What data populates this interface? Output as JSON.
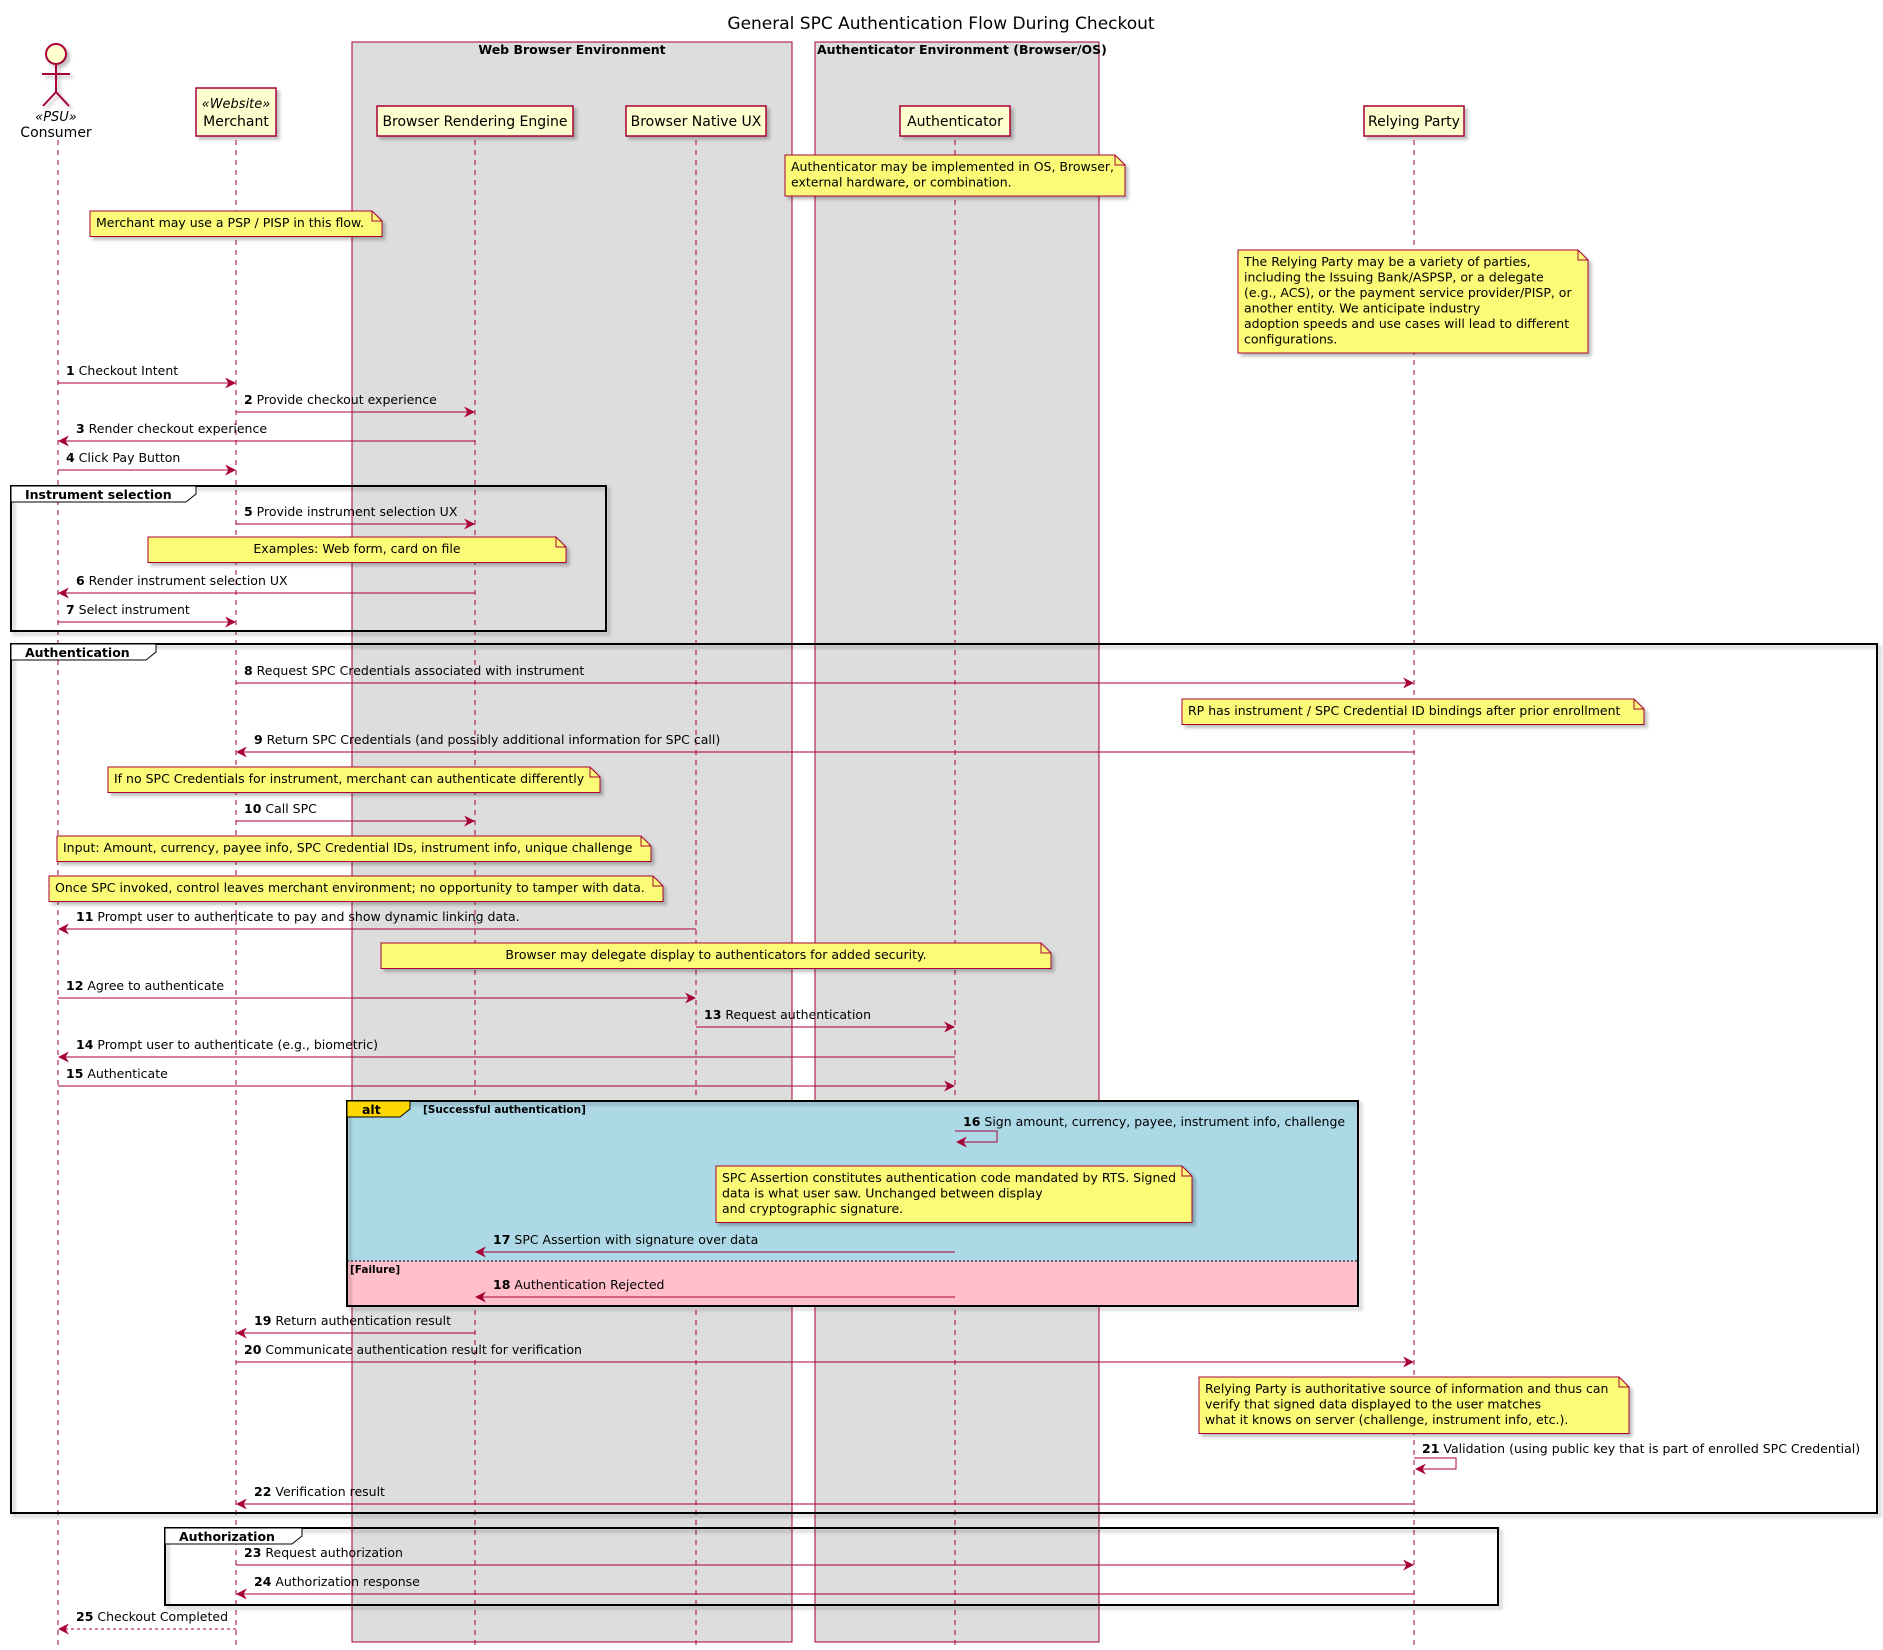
{
  "title": "General SPC Authentication Flow During Checkout",
  "boxes": {
    "web": "Web Browser Environment",
    "auth": "Authenticator Environment (Browser/OS)"
  },
  "participants": {
    "consumer": {
      "name": "Consumer",
      "stereotype": "«PSU»"
    },
    "merchant": {
      "name": "Merchant",
      "stereotype": "«Website»"
    },
    "engine": {
      "name": "Browser Rendering Engine"
    },
    "native": {
      "name": "Browser Native UX"
    },
    "authenticator": {
      "name": "Authenticator"
    },
    "rp": {
      "name": "Relying Party"
    }
  },
  "notes": {
    "n_auth_impl": [
      "Authenticator may be implemented in OS, Browser,",
      "external hardware, or combination."
    ],
    "n_psp": [
      "Merchant may use a PSP / PISP in this flow."
    ],
    "n_rp": [
      "The Relying Party may be a variety of parties,",
      "including the Issuing Bank/ASPSP, or a delegate",
      "(e.g., ACS), or the payment service provider/PISP, or",
      "another entity. We anticipate industry",
      "adoption speeds and use cases will lead to different",
      "configurations."
    ],
    "n_examples": [
      "Examples: Web form, card on file"
    ],
    "n_bindings": [
      "RP has instrument / SPC Credential ID bindings after prior enrollment"
    ],
    "n_nocred": [
      "If no SPC Credentials for instrument, merchant can authenticate differently"
    ],
    "n_input": [
      "Input: Amount, currency, payee info, SPC Credential IDs, instrument info, unique challenge"
    ],
    "n_control": [
      "Once SPC invoked, control leaves merchant environment; no opportunity to tamper with data."
    ],
    "n_delegate": [
      "Browser may delegate display to authenticators for added security."
    ],
    "n_assertion": [
      "SPC Assertion constitutes authentication code mandated by RTS. Signed",
      "data is what user saw. Unchanged between display",
      "and cryptographic signature."
    ],
    "n_rpauth": [
      "Relying Party is authoritative source of information and thus can",
      "verify that signed data displayed to the user matches",
      "what it knows on server (challenge, instrument info, etc.)."
    ]
  },
  "groups": {
    "instrument": "Instrument selection",
    "authentication": "Authentication",
    "authorization": "Authorization",
    "alt": "alt",
    "alt_success": "[Successful authentication]",
    "alt_failure": "[Failure]"
  },
  "messages": [
    {
      "n": "1",
      "text": "Checkout Intent"
    },
    {
      "n": "2",
      "text": "Provide checkout experience"
    },
    {
      "n": "3",
      "text": "Render checkout experience"
    },
    {
      "n": "4",
      "text": "Click Pay Button"
    },
    {
      "n": "5",
      "text": "Provide instrument selection UX"
    },
    {
      "n": "6",
      "text": "Render instrument selection UX"
    },
    {
      "n": "7",
      "text": "Select instrument"
    },
    {
      "n": "8",
      "text": "Request SPC Credentials associated with instrument"
    },
    {
      "n": "9",
      "text": "Return SPC Credentials (and possibly additional information for SPC call)"
    },
    {
      "n": "10",
      "text": "Call SPC"
    },
    {
      "n": "11",
      "text": "Prompt user to authenticate to pay and show dynamic linking data."
    },
    {
      "n": "12",
      "text": "Agree to authenticate"
    },
    {
      "n": "13",
      "text": "Request authentication"
    },
    {
      "n": "14",
      "text": "Prompt user to authenticate (e.g., biometric)"
    },
    {
      "n": "15",
      "text": "Authenticate"
    },
    {
      "n": "16",
      "text": "Sign amount, currency, payee, instrument info, challenge"
    },
    {
      "n": "17",
      "text": "SPC Assertion with signature over data"
    },
    {
      "n": "18",
      "text": "Authentication Rejected"
    },
    {
      "n": "19",
      "text": "Return authentication result"
    },
    {
      "n": "20",
      "text": "Communicate authentication result for verification"
    },
    {
      "n": "21",
      "text": "Validation (using public key that is part of enrolled SPC Credential)"
    },
    {
      "n": "22",
      "text": "Verification result"
    },
    {
      "n": "23",
      "text": "Request authorization"
    },
    {
      "n": "24",
      "text": "Authorization response"
    },
    {
      "n": "25",
      "text": "Checkout Completed"
    }
  ],
  "colors": {
    "line": "#a80036",
    "participant_fill": "#fefece",
    "note_fill": "#fbfb77",
    "box_fill": "#dddddd",
    "alt_success": "#add8e6",
    "alt_failure": "#ffc0cb",
    "alt_tab": "#ffd700"
  }
}
